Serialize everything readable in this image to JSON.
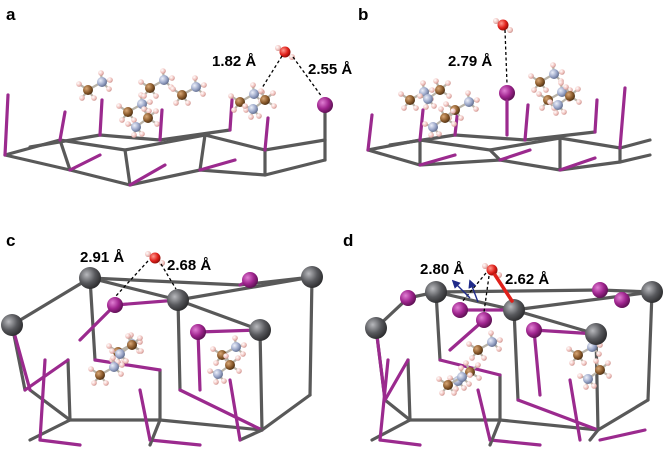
{
  "panels": [
    {
      "label": "a",
      "distances": [
        "1.82 Å",
        "2.55 Å"
      ]
    },
    {
      "label": "b",
      "distances": [
        "2.79 Å"
      ]
    },
    {
      "label": "c",
      "distances": [
        "2.91 Å",
        "2.68 Å"
      ]
    },
    {
      "label": "d",
      "distances": [
        "2.80 Å",
        "2.62 Å"
      ]
    }
  ],
  "colors": {
    "framework_gray": "#595959",
    "framework_magenta": "#9b2a8e",
    "oxygen": "#e0201a",
    "carbon": "#8a5a2b",
    "nitrogen": "#9aa6c8",
    "hydrogen": "#f2c6c2",
    "metal_magenta": "#a0258f",
    "metal_gray": "#58595d",
    "arrow_blue": "#1f2a8a"
  }
}
